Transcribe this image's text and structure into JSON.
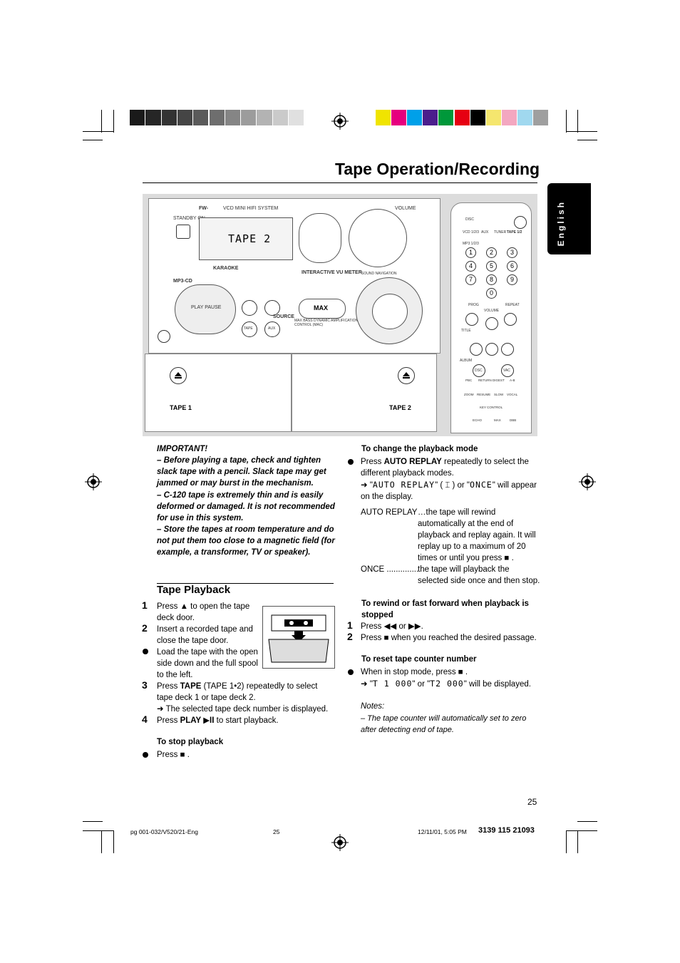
{
  "header": {
    "title": "Tape Operation/Recording",
    "language_tab": "English"
  },
  "figure": {
    "device_brand": "FW-",
    "device_model": "VCD MINI HIFI SYSTEM",
    "volume_label": "VOLUME",
    "standby_label": "STANDBY ON",
    "display_text": "TAPE 2",
    "vu_meter_label": "INTERACTIVE VU METER",
    "karaoke_label": "KARAOKE",
    "mp3_cd_label": "MP3-CD",
    "source_label": "SOURCE",
    "tape_button": "TAPE",
    "tuner_button": "TUNER",
    "aux_button": "AUX",
    "play_pause_label": "PLAY PAUSE",
    "max_label": "MAX",
    "max_caption": "MAX BASS DYNAMIC AMPLIFICATION CONTROL (MAC)",
    "sound_navigation": "SOUND NAVIGATION",
    "tape1_label": "TAPE 1",
    "tape2_label": "TAPE 2",
    "remote": {
      "disc": "DISC",
      "sources": [
        "VCD 1/2/3",
        "AUX",
        "TUNER",
        "TAPE 1/2"
      ],
      "mp3": "MP3 1/2/3",
      "digits": [
        "1",
        "2",
        "3",
        "4",
        "5",
        "6",
        "7",
        "8",
        "9",
        "0"
      ],
      "prog": "PROG",
      "repeat": "REPEAT",
      "volume": "VOLUME",
      "title": "TITLE",
      "album": "ALBUM",
      "dsc": "DSC",
      "vac": "VAC",
      "row_labels": [
        "PBC",
        "RETURN",
        "DIGEST",
        "A-B"
      ],
      "row_labels2": [
        "ZOOM",
        "RESUME",
        "SLOW",
        "VOCAL"
      ],
      "key_control": "KEY CONTROL",
      "row_labels3": [
        "ECHO",
        "MAX",
        "DBB"
      ]
    }
  },
  "important": {
    "heading": "IMPORTANT!",
    "items": [
      "– Before playing a tape, check and tighten slack tape with a pencil. Slack tape may get jammed or may burst in the mechanism.",
      "– C-120 tape is extremely thin and is easily deformed or damaged. It is not recommended for use in this system.",
      "– Store the tapes at room temperature and do not put them too close to a magnetic field (for example, a transformer, TV or speaker)."
    ]
  },
  "tape_playback": {
    "heading": "Tape Playback",
    "step1_num": "1",
    "step1": "Press ▲ to open the tape deck door.",
    "step2_num": "2",
    "step2": "Insert a recorded tape and close the tape door.",
    "bullet": "Load the tape with the open side down and the full spool to the left.",
    "step3_num": "3",
    "step3_a": "Press",
    "step3_b": "TAPE",
    "step3_c": "(TAPE 1•2) repeatedly to select tape deck 1 or tape deck 2.",
    "step3_result": "➜ The selected tape deck number is displayed.",
    "step4_num": "4",
    "step4_a": "Press",
    "step4_b": "PLAY ▶II",
    "step4_c": "to start playback.",
    "stop_heading": "To stop playback",
    "stop_text": "Press ■ ."
  },
  "playback_mode": {
    "heading": "To change the playback mode",
    "line1_a": "Press",
    "line1_b": "AUTO REPLAY",
    "line1_c": "repeatedly to select the different playback modes.",
    "line2_a": "➜ \"",
    "line2_lcd1": "AUTO REPLAY",
    "line2_b": "\" ( ⌶ ) or \"",
    "line2_lcd2": "ONCE",
    "line2_c": "\" will appear on the display.",
    "auto_replay_term": "AUTO REPLAY",
    "auto_replay_def": "…the tape will rewind automatically at the end of playback and replay again. It will replay up to a maximum of 20 times or until you press ■ .",
    "once_term": "ONCE ..............",
    "once_def": "the tape will playback the selected side once and then stop."
  },
  "rewind": {
    "heading": "To rewind or fast forward when playback is stopped",
    "step1_num": "1",
    "step1": "Press ◀◀ or ▶▶.",
    "step2_num": "2",
    "step2": "Press ■ when you reached the desired passage."
  },
  "counter": {
    "heading": "To reset tape counter number",
    "line1": "When in stop mode, press ■ .",
    "line2_a": "➜ \"",
    "line2_lcd1": "T 1 000",
    "line2_b": "\" or \"",
    "line2_lcd2": "T2 000",
    "line2_c": "\" will be displayed.",
    "notes_heading": "Notes:",
    "note": "– The tape counter will automatically set to zero after detecting end of tape."
  },
  "page_number": "25",
  "footer": {
    "file": "pg 001-032/V520/21-Eng",
    "page": "25",
    "date": "12/11/01, 5:05 PM",
    "code": "3139 115 21093"
  },
  "colors": {
    "gray_bar": [
      "#1a1a1a",
      "#262626",
      "#333333",
      "#454545",
      "#5a5a5a",
      "#6e6e6e",
      "#858585",
      "#9c9c9c",
      "#b3b3b3",
      "#cacaca",
      "#e0e0e0"
    ],
    "color_bar": [
      "#f0e400",
      "#e6007e",
      "#00a0e9",
      "#4b1e8c",
      "#00983a",
      "#e60012",
      "#000000",
      "#f5e66e",
      "#f3a7c0",
      "#a0d8ef",
      "#9f9f9f"
    ]
  }
}
